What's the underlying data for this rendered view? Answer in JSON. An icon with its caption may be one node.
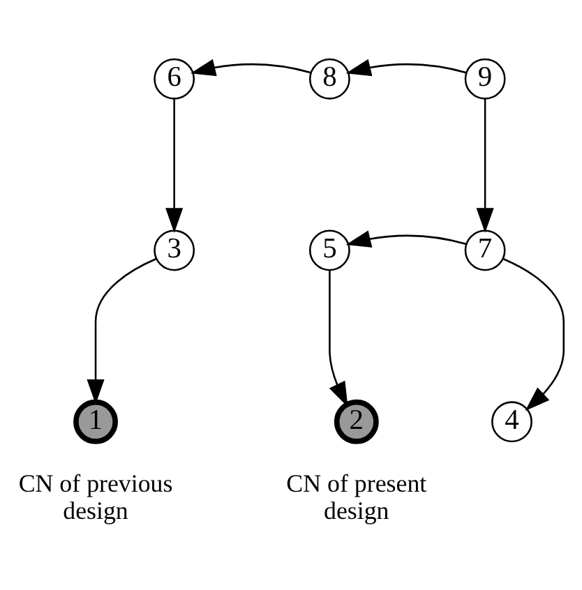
{
  "diagram": {
    "nodes": [
      {
        "text": [
          "6"
        ]
      },
      {
        "text": [
          "8"
        ]
      },
      {
        "text": [
          "9"
        ]
      },
      {
        "text": [
          "3"
        ]
      },
      {
        "text": [
          "5"
        ]
      },
      {
        "text": [
          "7"
        ]
      },
      {
        "text": [
          "1"
        ],
        "beside": [
          "CN of previous design"
        ]
      },
      {
        "text": [
          "2"
        ],
        "beside": [
          "CN of present design"
        ]
      },
      {
        "text": [
          "4"
        ]
      }
    ],
    "edges": [
      {
        "from": 2,
        "to": 1,
        "arrow": "to"
      },
      {
        "from": 1,
        "to": 0,
        "arrow": "to"
      },
      {
        "from": 0,
        "to": 3,
        "arrow": "to"
      },
      {
        "from": 3,
        "to": 6,
        "arrow": "to"
      },
      {
        "from": 2,
        "to": 5,
        "arrow": "to"
      },
      {
        "from": 5,
        "to": 4,
        "arrow": "to"
      },
      {
        "from": 4,
        "to": 7,
        "arrow": "to"
      },
      {
        "from": 5,
        "to": 8,
        "arrow": "to"
      }
    ]
  }
}
